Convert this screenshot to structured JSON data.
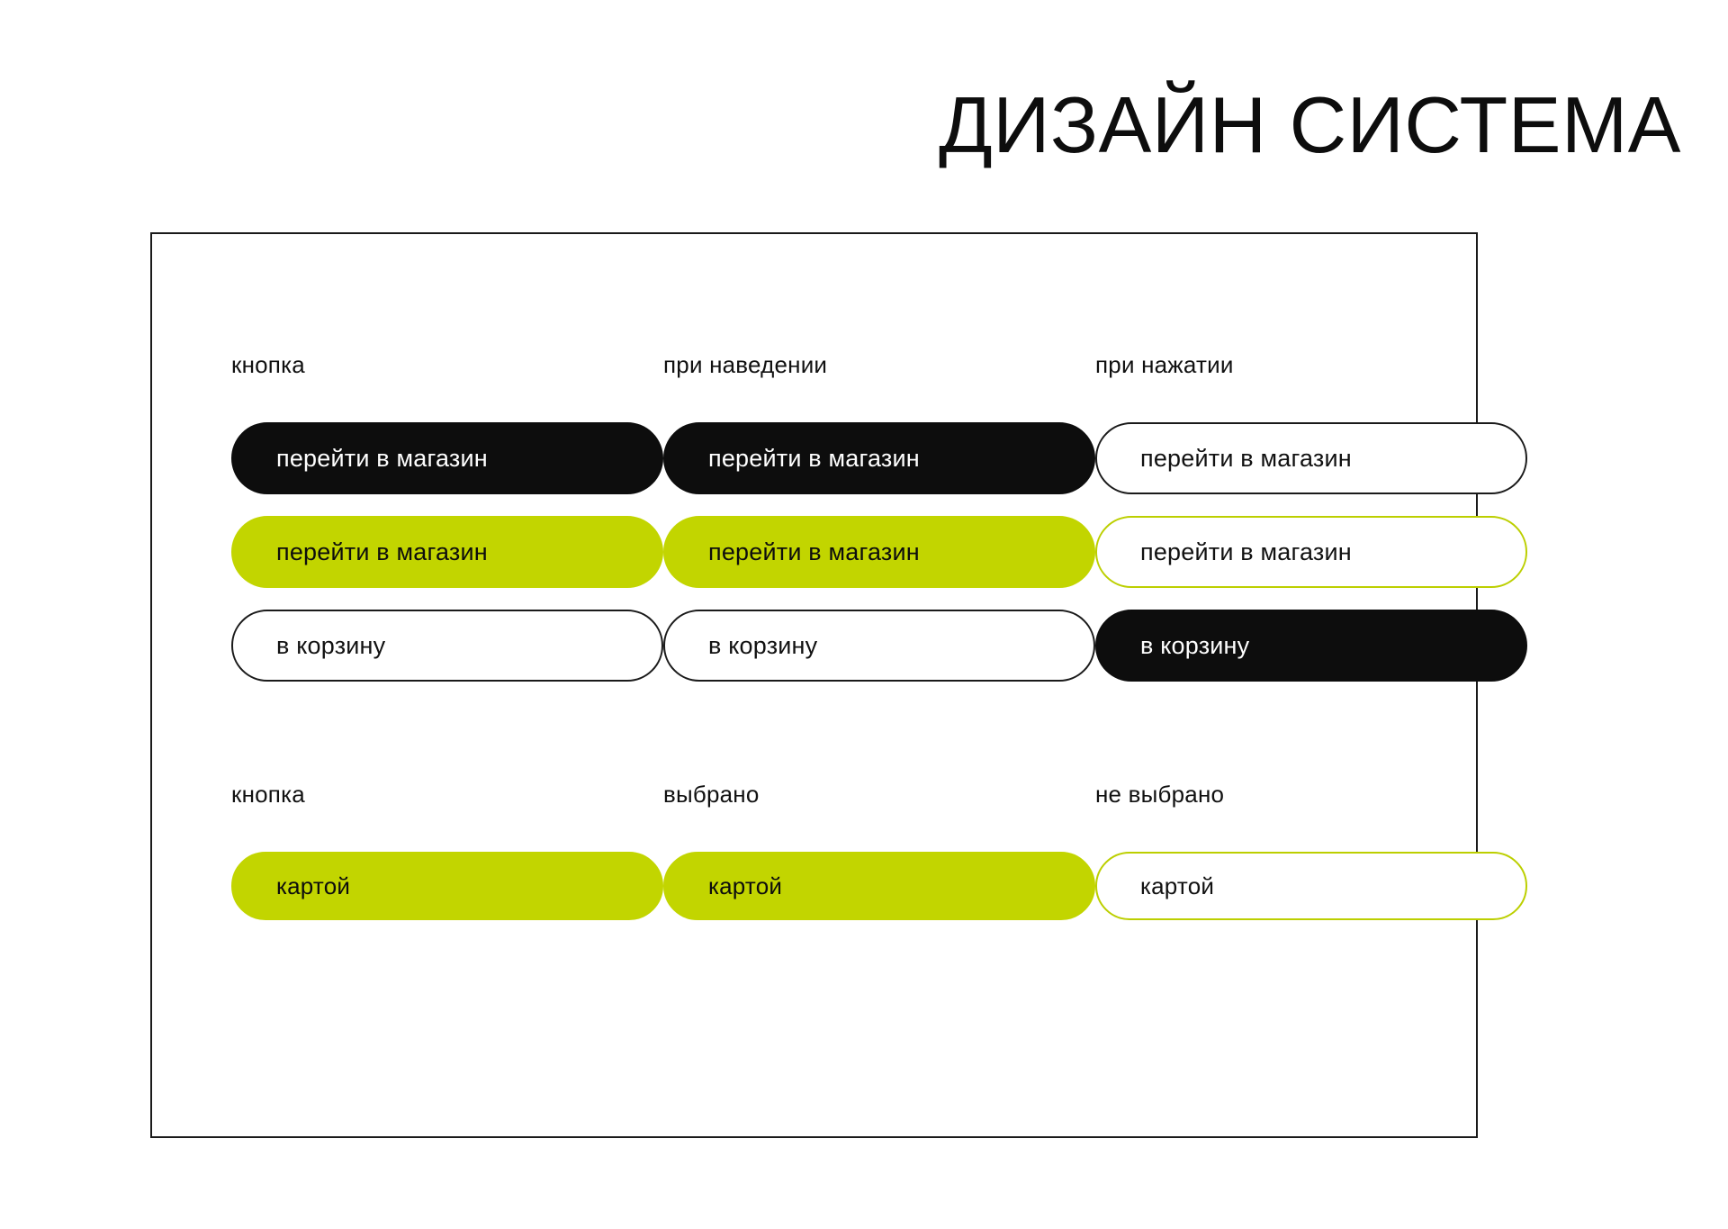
{
  "header": {
    "title": "ДИЗАЙН СИСТЕМА"
  },
  "colors": {
    "lime": "#c2d500",
    "lime_border": "#bccf00",
    "dark": "#0d0d0d",
    "white": "#ffffff",
    "frame_border": "#1a1a1a"
  },
  "sections": [
    {
      "name": "button-states",
      "columns": [
        {
          "label": "кнопка",
          "buttons": [
            {
              "text": "перейти в магазин",
              "style": "filled-dark"
            },
            {
              "text": "перейти в магазин",
              "style": "filled-lime"
            },
            {
              "text": "в корзину",
              "style": "outline-dark"
            }
          ]
        },
        {
          "label": "при наведении",
          "buttons": [
            {
              "text": "перейти в магазин",
              "style": "filled-dark"
            },
            {
              "text": "перейти в магазин",
              "style": "filled-lime"
            },
            {
              "text": "в корзину",
              "style": "outline-dark"
            }
          ]
        },
        {
          "label": "при нажатии",
          "buttons": [
            {
              "text": "перейти в магазин",
              "style": "outline-dark"
            },
            {
              "text": "перейти в магазин",
              "style": "outline-lime"
            },
            {
              "text": "в корзину",
              "style": "filled-dark"
            }
          ]
        }
      ]
    },
    {
      "name": "selection-states",
      "columns": [
        {
          "label": "кнопка",
          "buttons": [
            {
              "text": "картой",
              "style": "filled-lime"
            }
          ]
        },
        {
          "label": "выбрано",
          "buttons": [
            {
              "text": "картой",
              "style": "filled-lime"
            }
          ]
        },
        {
          "label": "не выбрано",
          "buttons": [
            {
              "text": "картой",
              "style": "outline-lime"
            }
          ]
        }
      ]
    }
  ]
}
